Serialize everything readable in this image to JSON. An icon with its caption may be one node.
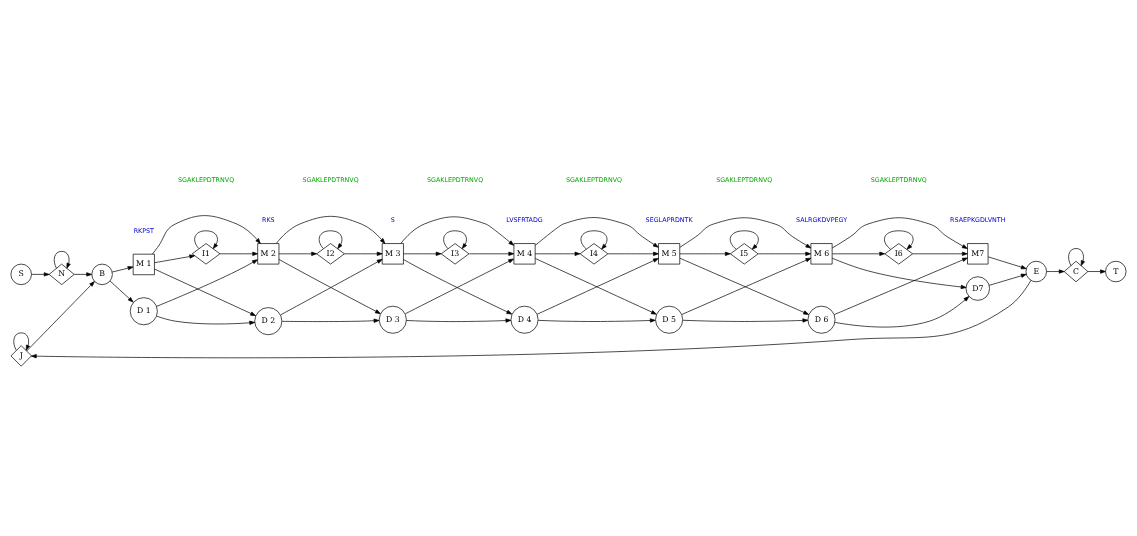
{
  "diagram": {
    "nodes": [
      {
        "text": [
          "S"
        ]
      },
      {
        "text": [
          "N"
        ]
      },
      {
        "text": [
          "B"
        ]
      },
      {
        "text": [
          "M 1"
        ]
      },
      {
        "text": [
          "M 2"
        ]
      },
      {
        "text": [
          "M 3"
        ]
      },
      {
        "text": [
          "M 4"
        ]
      },
      {
        "text": [
          "M 5"
        ]
      },
      {
        "text": [
          "M 6"
        ]
      },
      {
        "text": [
          "M7"
        ]
      },
      {
        "text": [
          "I1"
        ]
      },
      {
        "text": [
          "I2"
        ]
      },
      {
        "text": [
          "I3"
        ]
      },
      {
        "text": [
          "I4"
        ]
      },
      {
        "text": [
          "I5"
        ]
      },
      {
        "text": [
          "I6"
        ]
      },
      {
        "text": [
          "D 1"
        ]
      },
      {
        "text": [
          "D 2"
        ]
      },
      {
        "text": [
          "D 3"
        ]
      },
      {
        "text": [
          "D 4"
        ]
      },
      {
        "text": [
          "D 5"
        ]
      },
      {
        "text": [
          "D 6"
        ]
      },
      {
        "text": [
          "D7"
        ]
      },
      {
        "text": [
          "E"
        ]
      },
      {
        "text": [
          "C"
        ]
      },
      {
        "text": [
          "T"
        ]
      },
      {
        "text": [
          "J"
        ]
      }
    ],
    "edges": [
      {
        "from": 0,
        "to": 1,
        "arrow": "to"
      },
      {
        "from": 1,
        "to": 1,
        "arrow": "to"
      },
      {
        "from": 1,
        "to": 2,
        "arrow": "to"
      },
      {
        "from": 2,
        "to": 3,
        "arrow": "to"
      },
      {
        "from": 2,
        "to": 16,
        "arrow": "to"
      },
      {
        "from": 3,
        "to": 4,
        "arrow": "to"
      },
      {
        "from": 3,
        "to": 10,
        "arrow": "to"
      },
      {
        "from": 10,
        "to": 10,
        "arrow": "to"
      },
      {
        "from": 10,
        "to": 4,
        "arrow": "to"
      },
      {
        "from": 3,
        "to": 17,
        "arrow": "to"
      },
      {
        "from": 16,
        "to": 4,
        "arrow": "to"
      },
      {
        "from": 16,
        "to": 17,
        "arrow": "to"
      },
      {
        "from": 4,
        "to": 5,
        "arrow": "to"
      },
      {
        "from": 4,
        "to": 11,
        "arrow": "to"
      },
      {
        "from": 11,
        "to": 11,
        "arrow": "to"
      },
      {
        "from": 11,
        "to": 5,
        "arrow": "to"
      },
      {
        "from": 4,
        "to": 18,
        "arrow": "to"
      },
      {
        "from": 17,
        "to": 5,
        "arrow": "to"
      },
      {
        "from": 17,
        "to": 18,
        "arrow": "to"
      },
      {
        "from": 5,
        "to": 6,
        "arrow": "to"
      },
      {
        "from": 5,
        "to": 12,
        "arrow": "to"
      },
      {
        "from": 12,
        "to": 12,
        "arrow": "to"
      },
      {
        "from": 12,
        "to": 6,
        "arrow": "to"
      },
      {
        "from": 5,
        "to": 19,
        "arrow": "to"
      },
      {
        "from": 18,
        "to": 6,
        "arrow": "to"
      },
      {
        "from": 18,
        "to": 19,
        "arrow": "to"
      },
      {
        "from": 6,
        "to": 7,
        "arrow": "to"
      },
      {
        "from": 6,
        "to": 13,
        "arrow": "to"
      },
      {
        "from": 13,
        "to": 13,
        "arrow": "to"
      },
      {
        "from": 13,
        "to": 7,
        "arrow": "to"
      },
      {
        "from": 6,
        "to": 20,
        "arrow": "to"
      },
      {
        "from": 19,
        "to": 7,
        "arrow": "to"
      },
      {
        "from": 19,
        "to": 20,
        "arrow": "to"
      },
      {
        "from": 7,
        "to": 8,
        "arrow": "to"
      },
      {
        "from": 7,
        "to": 14,
        "arrow": "to"
      },
      {
        "from": 14,
        "to": 14,
        "arrow": "to"
      },
      {
        "from": 14,
        "to": 8,
        "arrow": "to"
      },
      {
        "from": 7,
        "to": 21,
        "arrow": "to"
      },
      {
        "from": 20,
        "to": 8,
        "arrow": "to"
      },
      {
        "from": 20,
        "to": 21,
        "arrow": "to"
      },
      {
        "from": 8,
        "to": 9,
        "arrow": "to"
      },
      {
        "from": 8,
        "to": 15,
        "arrow": "to"
      },
      {
        "from": 15,
        "to": 15,
        "arrow": "to"
      },
      {
        "from": 15,
        "to": 9,
        "arrow": "to"
      },
      {
        "from": 8,
        "to": 22,
        "arrow": "to"
      },
      {
        "from": 21,
        "to": 9,
        "arrow": "to"
      },
      {
        "from": 21,
        "to": 22,
        "arrow": "to"
      },
      {
        "from": 9,
        "to": 23,
        "arrow": "to"
      },
      {
        "from": 22,
        "to": 23,
        "arrow": "to"
      },
      {
        "from": 23,
        "to": 24,
        "arrow": "to"
      },
      {
        "from": 24,
        "to": 24,
        "arrow": "to"
      },
      {
        "from": 24,
        "to": 25,
        "arrow": "to"
      },
      {
        "from": 23,
        "to": 26,
        "arrow": "to"
      },
      {
        "from": 26,
        "to": 26,
        "arrow": "to"
      },
      {
        "from": 26,
        "to": 2,
        "arrow": "to"
      }
    ],
    "labels": [
      "RKPST",
      "SGAKLEPDTRNVQ",
      "RKS",
      "SGAKLEPDTRNVQ",
      "S",
      "SGAKLEPDTRNVQ",
      "LVSFRTADG",
      "SGAKLEPTDRNVQ",
      "SEGLAPRDNTK",
      "SGAKLEPTDRNVQ",
      "SALRGKDVPEGY",
      "SGAKLEPTDRNVQ",
      "RSAEPKGDLVNTH"
    ]
  }
}
